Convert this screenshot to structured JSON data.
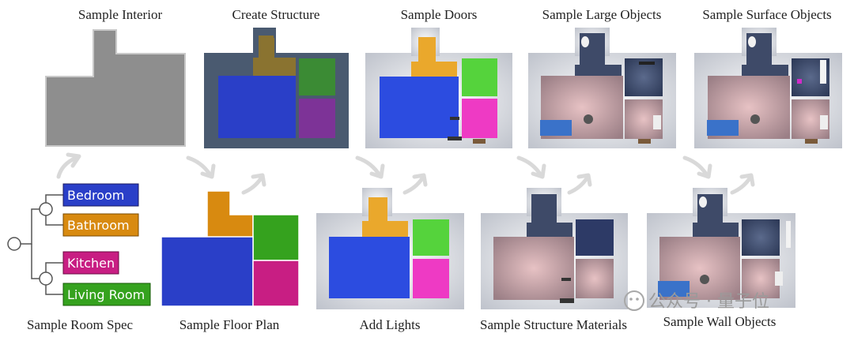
{
  "colors": {
    "bedroom": "#2a3fc8",
    "bathroom": "#d88a10",
    "kitchen": "#c81e83",
    "living_room": "#35a21e",
    "interior_gray": "#8e8e8e",
    "arrow": "#d9d9d9",
    "wall": "#4a5a70"
  },
  "top_row": [
    {
      "caption": "Sample Interior"
    },
    {
      "caption": "Create Structure"
    },
    {
      "caption": "Sample Doors"
    },
    {
      "caption": "Sample Large Objects"
    },
    {
      "caption": "Sample Surface Objects"
    }
  ],
  "bottom_row": [
    {
      "caption": "Sample Room Spec"
    },
    {
      "caption": "Sample Floor Plan"
    },
    {
      "caption": "Add Lights"
    },
    {
      "caption": "Sample Structure Materials"
    },
    {
      "caption": "Sample Wall Objects"
    }
  ],
  "room_spec": {
    "rooms": [
      {
        "label": "Bedroom",
        "color": "#2a3fc8"
      },
      {
        "label": "Bathroom",
        "color": "#d88a10"
      },
      {
        "label": "Kitchen",
        "color": "#c81e83"
      },
      {
        "label": "Living Room",
        "color": "#35a21e"
      }
    ]
  },
  "watermark": "公众号 · 量子位"
}
